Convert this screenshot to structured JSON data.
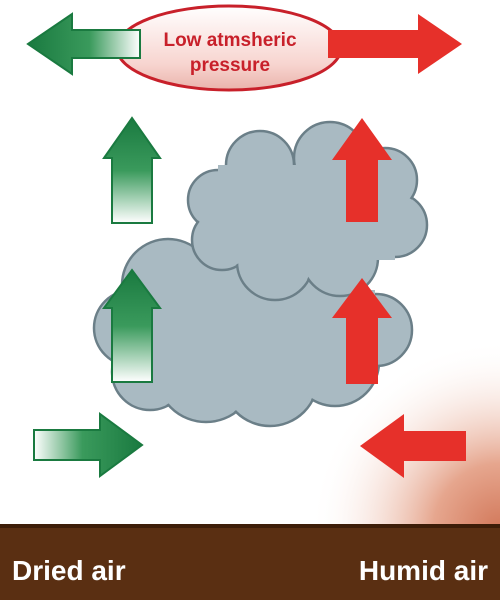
{
  "title_bubble": {
    "line1": "Low atmsheric",
    "line2": "pressure"
  },
  "ground": {
    "left_label": "Dried air",
    "right_label": "Humid air"
  },
  "colors": {
    "dry_arrow": "#1a7a40",
    "humid_arrow": "#e6302a",
    "cloud_fill": "#a9bac2",
    "cloud_stroke": "#6b7f88",
    "ground": "#5a2f12",
    "pressure_text": "#c8202a"
  }
}
